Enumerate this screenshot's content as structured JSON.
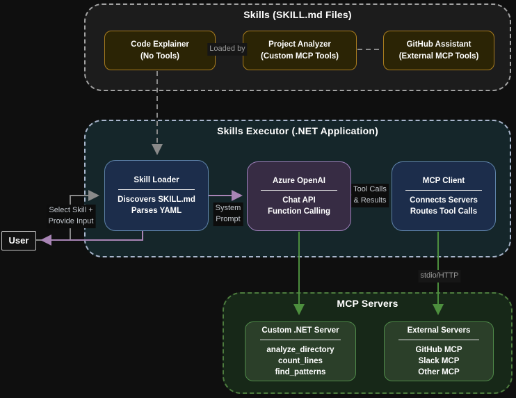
{
  "containers": {
    "skills": {
      "title": "Skills (SKILL.md Files)"
    },
    "executor": {
      "title": "Skills Executor (.NET Application)"
    },
    "mcp_servers": {
      "title": "MCP Servers"
    }
  },
  "nodes": {
    "code_explainer": {
      "line1": "Code Explainer",
      "line2": "(No Tools)"
    },
    "project_analyzer": {
      "line1": "Project Analyzer",
      "line2": "(Custom MCP Tools)"
    },
    "github_assistant": {
      "line1": "GitHub Assistant",
      "line2": "(External MCP Tools)"
    },
    "skill_loader": {
      "title": "Skill Loader",
      "lines": [
        "Discovers SKILL.md",
        "Parses YAML"
      ]
    },
    "azure_openai": {
      "title": "Azure OpenAI",
      "lines": [
        "Chat API",
        "Function Calling"
      ]
    },
    "mcp_client": {
      "title": "MCP Client",
      "lines": [
        "Connects Servers",
        "Routes Tool Calls"
      ]
    },
    "custom_dotnet_server": {
      "title": "Custom .NET Server",
      "lines": [
        "analyze_directory",
        "count_lines",
        "find_patterns"
      ]
    },
    "external_servers": {
      "title": "External Servers",
      "lines": [
        "GitHub MCP",
        "Slack MCP",
        "Other MCP"
      ]
    },
    "user": {
      "label": "User"
    }
  },
  "edge_labels": {
    "loaded_by": "Loaded by",
    "system_prompt": [
      "System",
      "Prompt"
    ],
    "tool_calls_results": [
      "Tool Calls",
      "& Results"
    ],
    "select_skill": [
      "Select Skill +",
      "Provide Input"
    ],
    "stdio_http": "stdio/HTTP"
  },
  "colors": {
    "background": "#0f0f0f",
    "skills_cluster_fill": "#1c1c1c",
    "skills_cluster_border": "#a2a2a2",
    "executor_cluster_fill": "#15262a",
    "executor_cluster_border": "#a9b6cc",
    "mcp_cluster_fill": "#172818",
    "mcp_cluster_border": "#4d7c3e",
    "skill_node_fill": "#2b2405",
    "skill_node_border": "#aa7d1e",
    "executor_node_fill": "#1c2d4b",
    "executor_node_border": "#5f84ab",
    "llm_node_fill": "#372c44",
    "llm_node_border": "#9c80ba",
    "server_node_fill": "#2b3f29",
    "server_node_border": "#4f8a49",
    "edge_gray": "#8a8a8a",
    "edge_purple": "#a884b5",
    "edge_green": "#4d8f3e"
  }
}
